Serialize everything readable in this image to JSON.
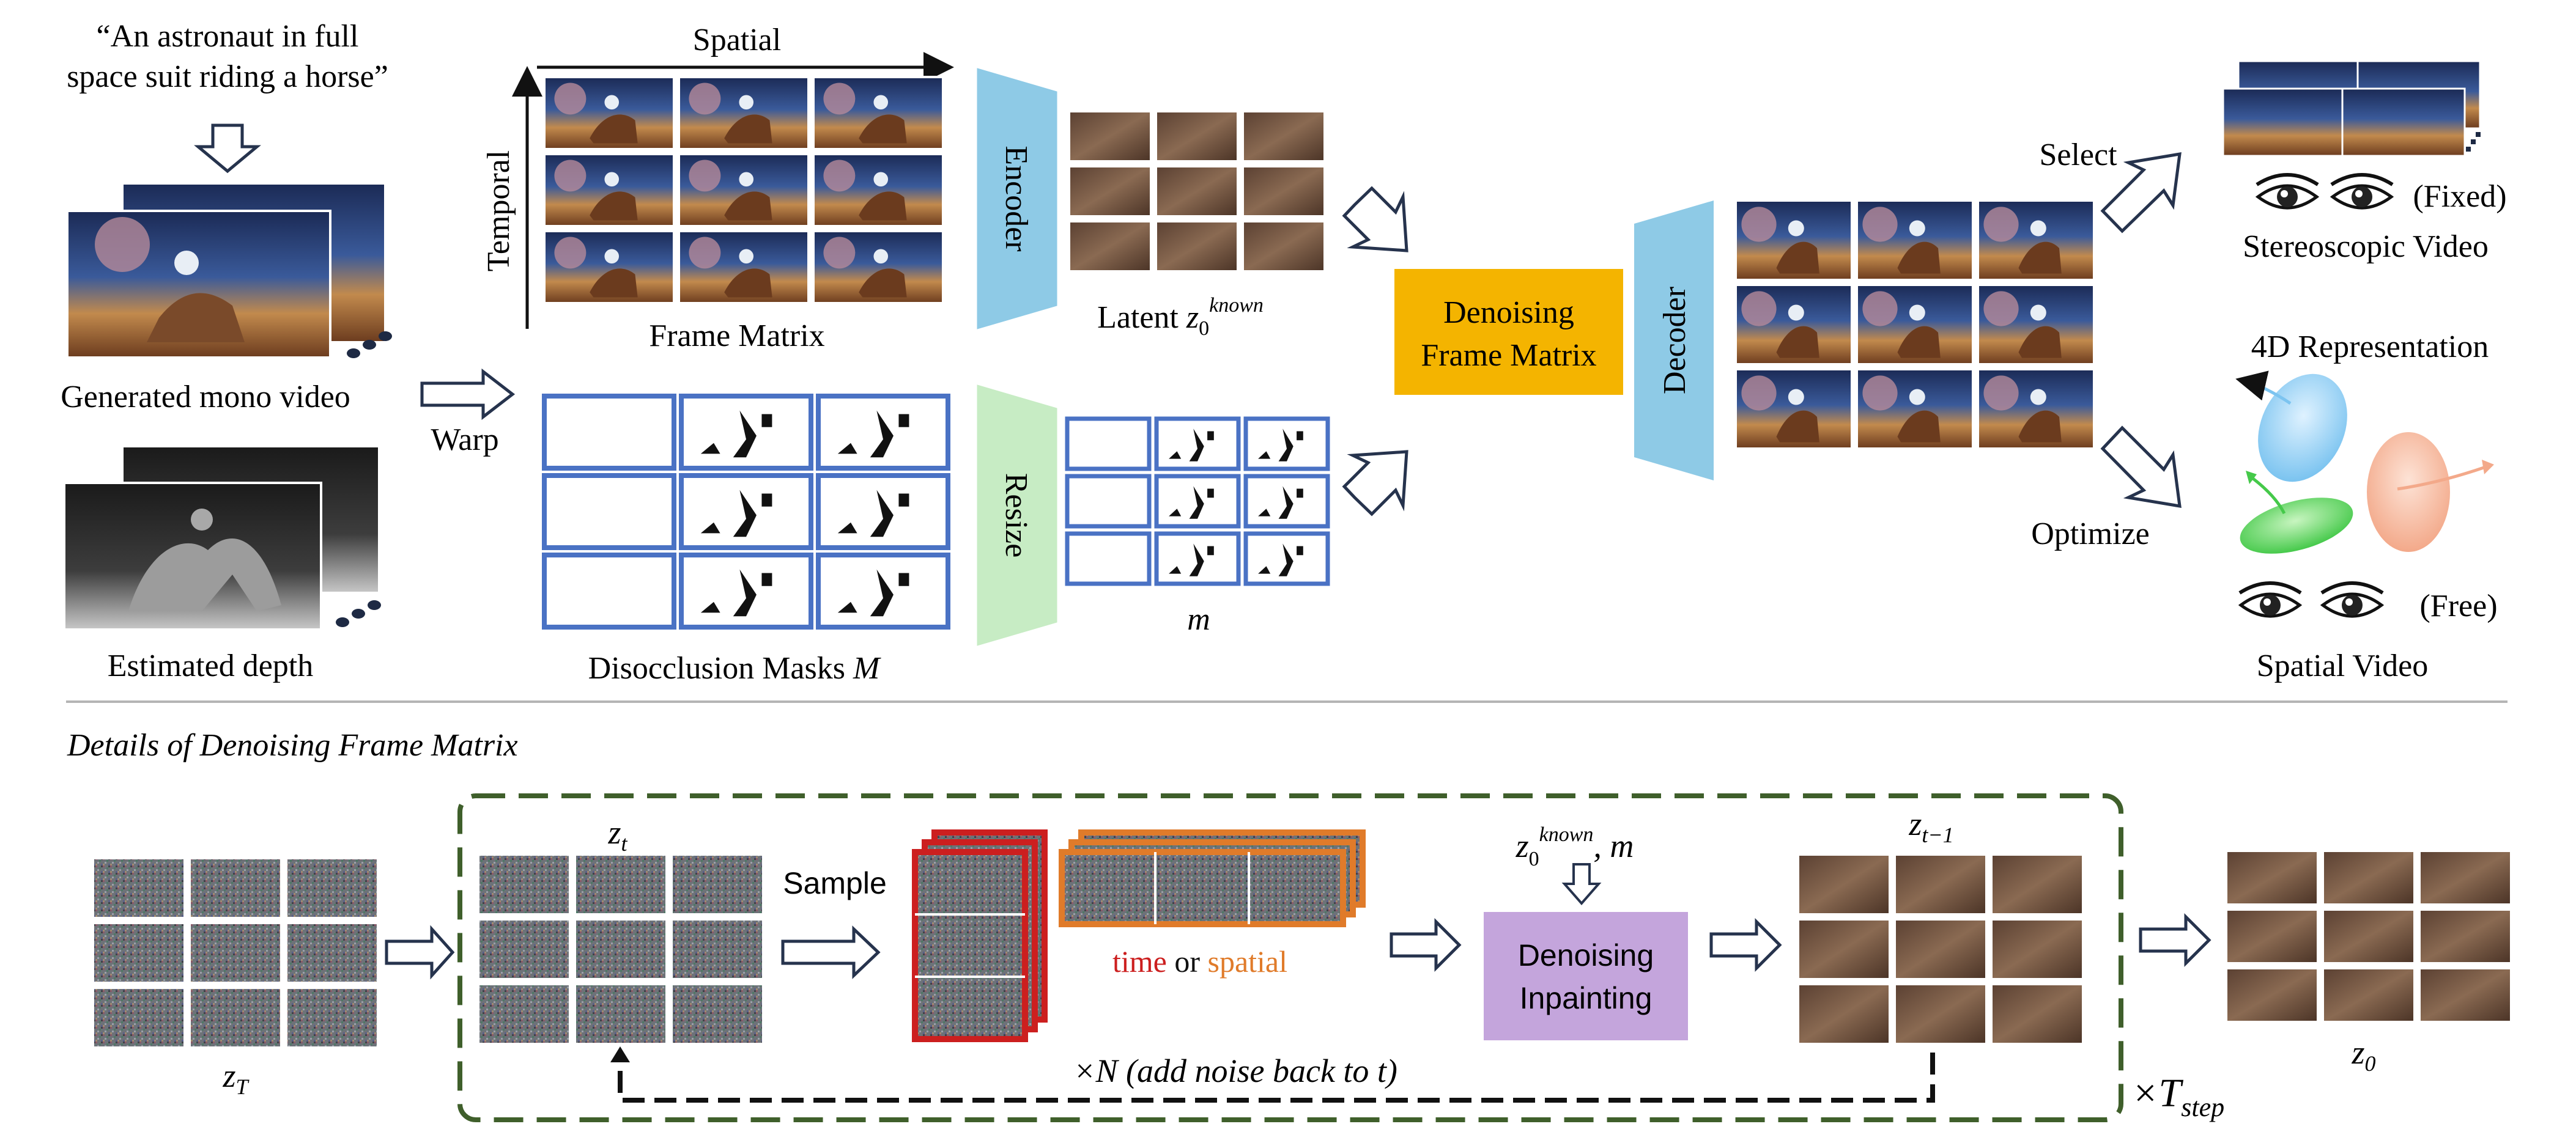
{
  "top": {
    "prompt_line1": "“An astronaut in full",
    "prompt_line2": "space suit riding a horse”",
    "mono_video_label": "Generated mono video",
    "depth_label": "Estimated depth",
    "warp_label": "Warp",
    "spatial_label": "Spatial",
    "temporal_label": "Temporal",
    "frame_matrix_label": "Frame Matrix",
    "masks_label": "Disocclusion Masks",
    "masks_symbol": "M",
    "encoder_label": "Encoder",
    "resize_label": "Resize",
    "latent_label": "Latent",
    "latent_symbol": "z",
    "latent_sub": "0",
    "latent_sup": "known",
    "m_symbol": "m",
    "denoise_line1": "Denoising",
    "denoise_line2": "Frame Matrix",
    "decoder_label": "Decoder",
    "select_label": "Select",
    "optimize_label": "Optimize",
    "fixed_label": "(Fixed)",
    "stereo_label": "Stereoscopic Video",
    "rep4d_label": "4D Representation",
    "free_label": "(Free)",
    "spatial_video_label": "Spatial Video"
  },
  "bottom": {
    "section_title": "Details of Denoising Frame Matrix",
    "zT_symbol": "z",
    "zT_sub": "T",
    "zt_symbol": "z",
    "zt_sub": "t",
    "sample_label": "Sample",
    "time_word": "time",
    "or_word": " or ",
    "spatial_word": "spatial",
    "cond_symbol": "z",
    "cond_sub": "0",
    "cond_sup": "known",
    "cond_tail": ", m",
    "inpaint_line1": "Denoising",
    "inpaint_line2": "Inpainting",
    "ztm1_symbol": "z",
    "ztm1_sub": "t−1",
    "loop_label": "×N (add noise back to t)",
    "tstep_prefix": "×T",
    "tstep_sub": "step",
    "z0_symbol": "z",
    "z0_sub": "0"
  },
  "colors": {
    "encoder": "#8ecae6",
    "resize": "#c7ecc4",
    "denoise_box": "#f4b400",
    "decoder": "#8ecae6",
    "inpaint_box": "#c4a5dc",
    "mask_border": "#4a72c4",
    "dashed_border": "#3f5f2b",
    "time_red": "#cc1f1f",
    "spatial_orange": "#e07b2a"
  }
}
